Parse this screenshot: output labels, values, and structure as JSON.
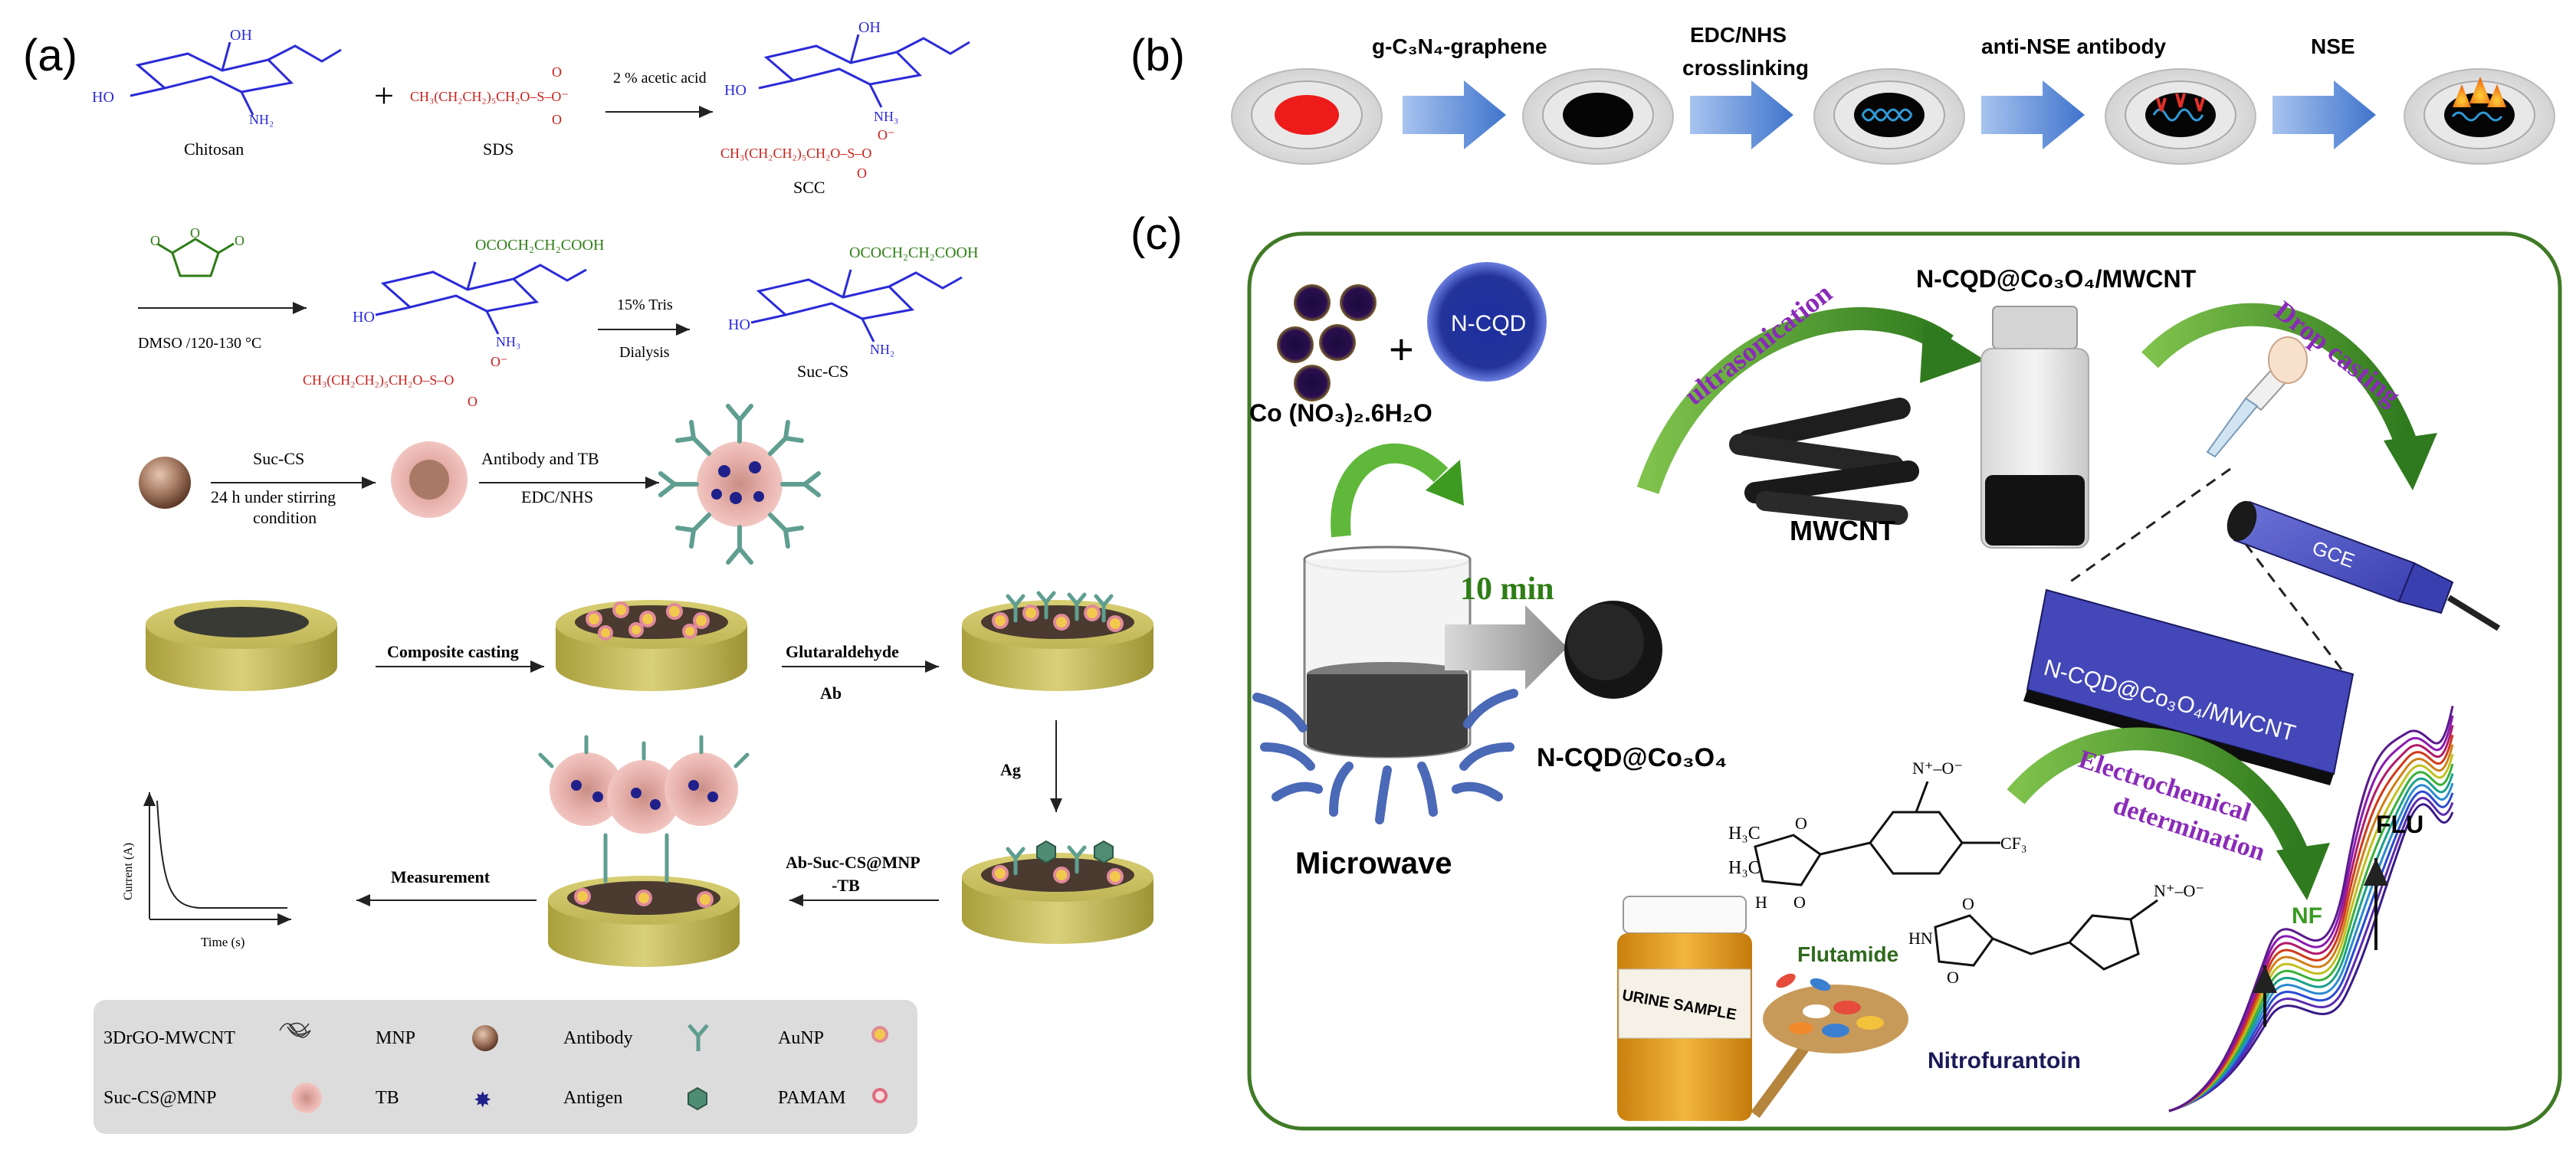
{
  "panel_a": {
    "label": "(a)",
    "row1": {
      "chitosan": "Chitosan",
      "plus": "+",
      "sds_formula": "CH₃(CH₂CH₂)₅CH₂O–S–O⁻",
      "sds": "SDS",
      "arrow_label": "2 % acetic acid",
      "product": "SCC"
    },
    "row2": {
      "arrow_label": "DMSO /120-130 °C",
      "substituent": "OCOCH₂CH₂COOH",
      "tris": "15% Tris",
      "dialysis": "Dialysis",
      "product": "Suc-CS",
      "sds_tail": "CH₃(CH₂CH₂)₅CH₂O–S–O"
    },
    "row3": {
      "step1_top": "Suc-CS",
      "step1_bottom_1": "24 h under stirring",
      "step1_bottom_2": "condition",
      "step2_top": "Antibody and TB",
      "step2_bottom": "EDC/NHS"
    },
    "row4": {
      "step1": "Composite casting",
      "step2_top": "Glutaraldehyde",
      "step2_bottom": "Ab",
      "down": "Ag"
    },
    "row5": {
      "measurement": "Measurement",
      "reagent_1": "Ab-Suc-CS@MNP",
      "reagent_2": "-TB",
      "ylabel": "Current (A)",
      "xlabel": "Time (s)"
    },
    "legend": [
      {
        "label": "3DrGO-MWCNT",
        "icon": "scribble-icon"
      },
      {
        "label": "MNP",
        "icon": "brown-sphere-icon"
      },
      {
        "label": "Antibody",
        "icon": "y-antibody-icon"
      },
      {
        "label": "AuNP",
        "icon": "yellow-dot-icon"
      },
      {
        "label": "Suc-CS@MNP",
        "icon": "pink-sphere-icon"
      },
      {
        "label": "TB",
        "icon": "star-icon"
      },
      {
        "label": "Antigen",
        "icon": "star-icon"
      },
      {
        "label": "PAMAM",
        "icon": "hexagon-icon"
      }
    ],
    "legend_extra": {
      "label": "",
      "icon": "pink-ring-icon"
    }
  },
  "panel_b": {
    "label": "(b)",
    "steps": [
      "g-C₃N₄-graphene",
      "EDC/NHS",
      "crosslinking",
      "anti-NSE antibody",
      "NSE"
    ]
  },
  "panel_c": {
    "label": "(c)",
    "co_salt": "Co (NO₃)₂.6H₂O",
    "ncqd": "N-CQD",
    "plus": "+",
    "microwave": "Microwave",
    "time": "10 min",
    "product": "N-CQD@Co₃O₄",
    "ultrasonication": "ultrasonication",
    "mwcnt": "MWCNT",
    "composite": "N-CQD@Co₃O₄/MWCNT",
    "drop_casting": "Drop casting",
    "gce": "GCE",
    "disc_label": "N-CQD@Co₃O₄/MWCNT",
    "electro_1": "Electrochemical",
    "electro_2": "determination",
    "flu": "FLU",
    "nf": "NF",
    "flutamide": "Flutamide",
    "nitrofurantoin": "Nitrofurantoin",
    "urine": "URINE SAMPLE",
    "h3c_1": "H₃C",
    "h3c_2": "H₃C",
    "cf3": "CF₃",
    "no2": "N⁺–O⁻"
  },
  "colors": {
    "blue_structure": "#2b2bd8",
    "red_structure": "#c8201c",
    "green_structure": "#2f7d16",
    "panel_c_border": "#3f7a25",
    "arrow_blue": "#6d9be0",
    "ultrasonic_purple": "#8a2bb8",
    "legend_bg": "#dcdcdc"
  }
}
